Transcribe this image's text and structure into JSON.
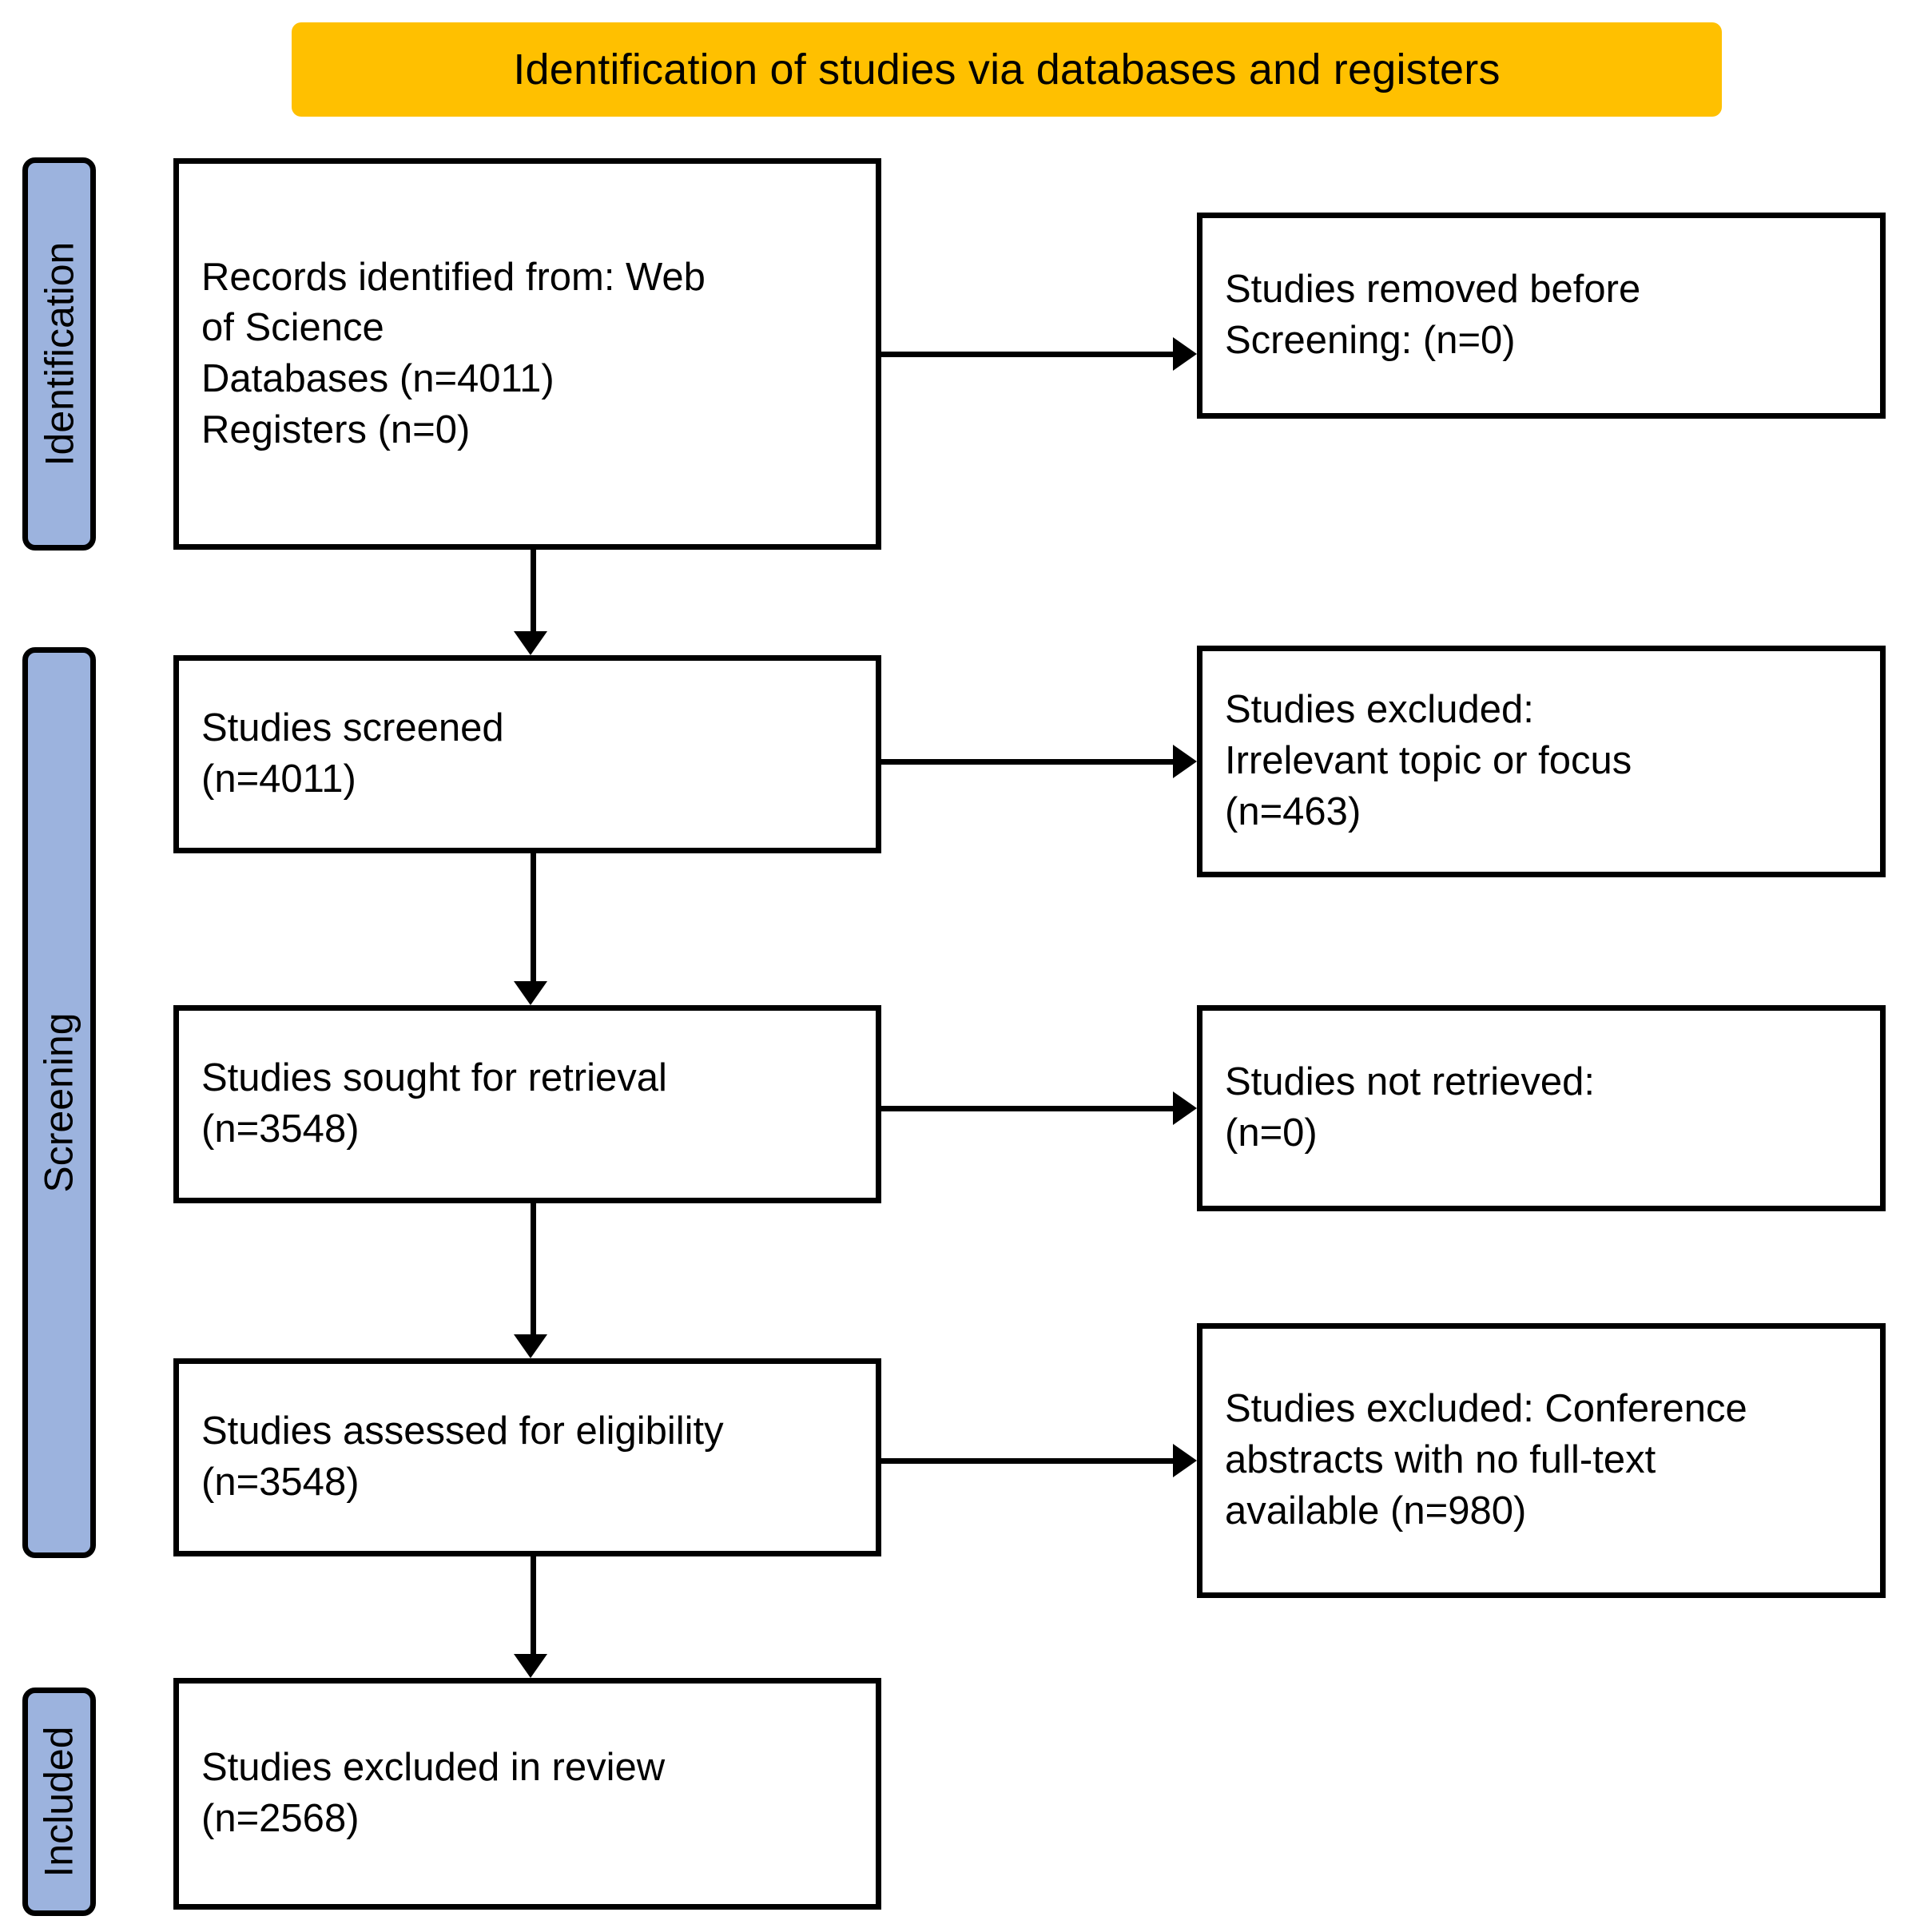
{
  "header": {
    "title": "Identification of studies via databases and registers",
    "background_color": "#FFC000"
  },
  "colors": {
    "stage_label_fill": "#9CB3DE",
    "banner_fill": "#FFC000",
    "border": "#000000",
    "box_fill": "#FFFFFF"
  },
  "stages": [
    {
      "id": "identification",
      "label": "Identification"
    },
    {
      "id": "screening",
      "label": "Screening"
    },
    {
      "id": "included",
      "label": "Included"
    }
  ],
  "boxes": {
    "identified": {
      "lines": [
        "Records identified from: Web",
        "of Science",
        "Databases (n=4011)",
        "Registers (n=0)"
      ]
    },
    "removed": {
      "lines": [
        "Studies removed before",
        "Screening: (n=0)"
      ]
    },
    "screened": {
      "lines": [
        "Studies screened",
        "(n=4011)"
      ]
    },
    "excluded_topic": {
      "lines": [
        "Studies excluded:",
        "Irrelevant topic or focus",
        "(n=463)"
      ]
    },
    "sought": {
      "lines": [
        "Studies sought for retrieval",
        "(n=3548)"
      ]
    },
    "not_retrieved": {
      "lines": [
        "Studies not retrieved:",
        "(n=0)"
      ]
    },
    "assessed": {
      "lines": [
        "Studies assessed for eligibility",
        "(n=3548)"
      ]
    },
    "excluded_conference": {
      "lines": [
        "Studies excluded: Conference",
        "abstracts with no full-text",
        "available (n=980)"
      ]
    },
    "excluded_review": {
      "lines": [
        "Studies excluded in review",
        "(n=2568)"
      ]
    }
  },
  "chart_data": {
    "type": "diagram",
    "title": "Identification of studies via databases and registers",
    "nodes": [
      {
        "id": "identified",
        "stage": "Identification",
        "column": "left",
        "label": "Records identified from: Web of Science",
        "databases": 4011,
        "registers": 0
      },
      {
        "id": "removed",
        "stage": "Identification",
        "column": "right",
        "label": "Studies removed before Screening",
        "n": 0
      },
      {
        "id": "screened",
        "stage": "Screening",
        "column": "left",
        "label": "Studies screened",
        "n": 4011
      },
      {
        "id": "excluded_topic",
        "stage": "Screening",
        "column": "right",
        "label": "Studies excluded: Irrelevant topic or focus",
        "n": 463
      },
      {
        "id": "sought",
        "stage": "Screening",
        "column": "left",
        "label": "Studies sought for retrieval",
        "n": 3548
      },
      {
        "id": "not_retrieved",
        "stage": "Screening",
        "column": "right",
        "label": "Studies not retrieved",
        "n": 0
      },
      {
        "id": "assessed",
        "stage": "Screening",
        "column": "left",
        "label": "Studies assessed for eligibility",
        "n": 3548
      },
      {
        "id": "excluded_conference",
        "stage": "Screening",
        "column": "right",
        "label": "Studies excluded: Conference abstracts with no full-text available",
        "n": 980
      },
      {
        "id": "excluded_review",
        "stage": "Included",
        "column": "left",
        "label": "Studies excluded in review",
        "n": 2568
      }
    ],
    "edges": [
      {
        "from": "identified",
        "to": "removed",
        "direction": "horizontal"
      },
      {
        "from": "identified",
        "to": "screened",
        "direction": "vertical"
      },
      {
        "from": "screened",
        "to": "excluded_topic",
        "direction": "horizontal"
      },
      {
        "from": "screened",
        "to": "sought",
        "direction": "vertical"
      },
      {
        "from": "sought",
        "to": "not_retrieved",
        "direction": "horizontal"
      },
      {
        "from": "sought",
        "to": "assessed",
        "direction": "vertical"
      },
      {
        "from": "assessed",
        "to": "excluded_conference",
        "direction": "horizontal"
      },
      {
        "from": "assessed",
        "to": "excluded_review",
        "direction": "vertical"
      }
    ]
  }
}
